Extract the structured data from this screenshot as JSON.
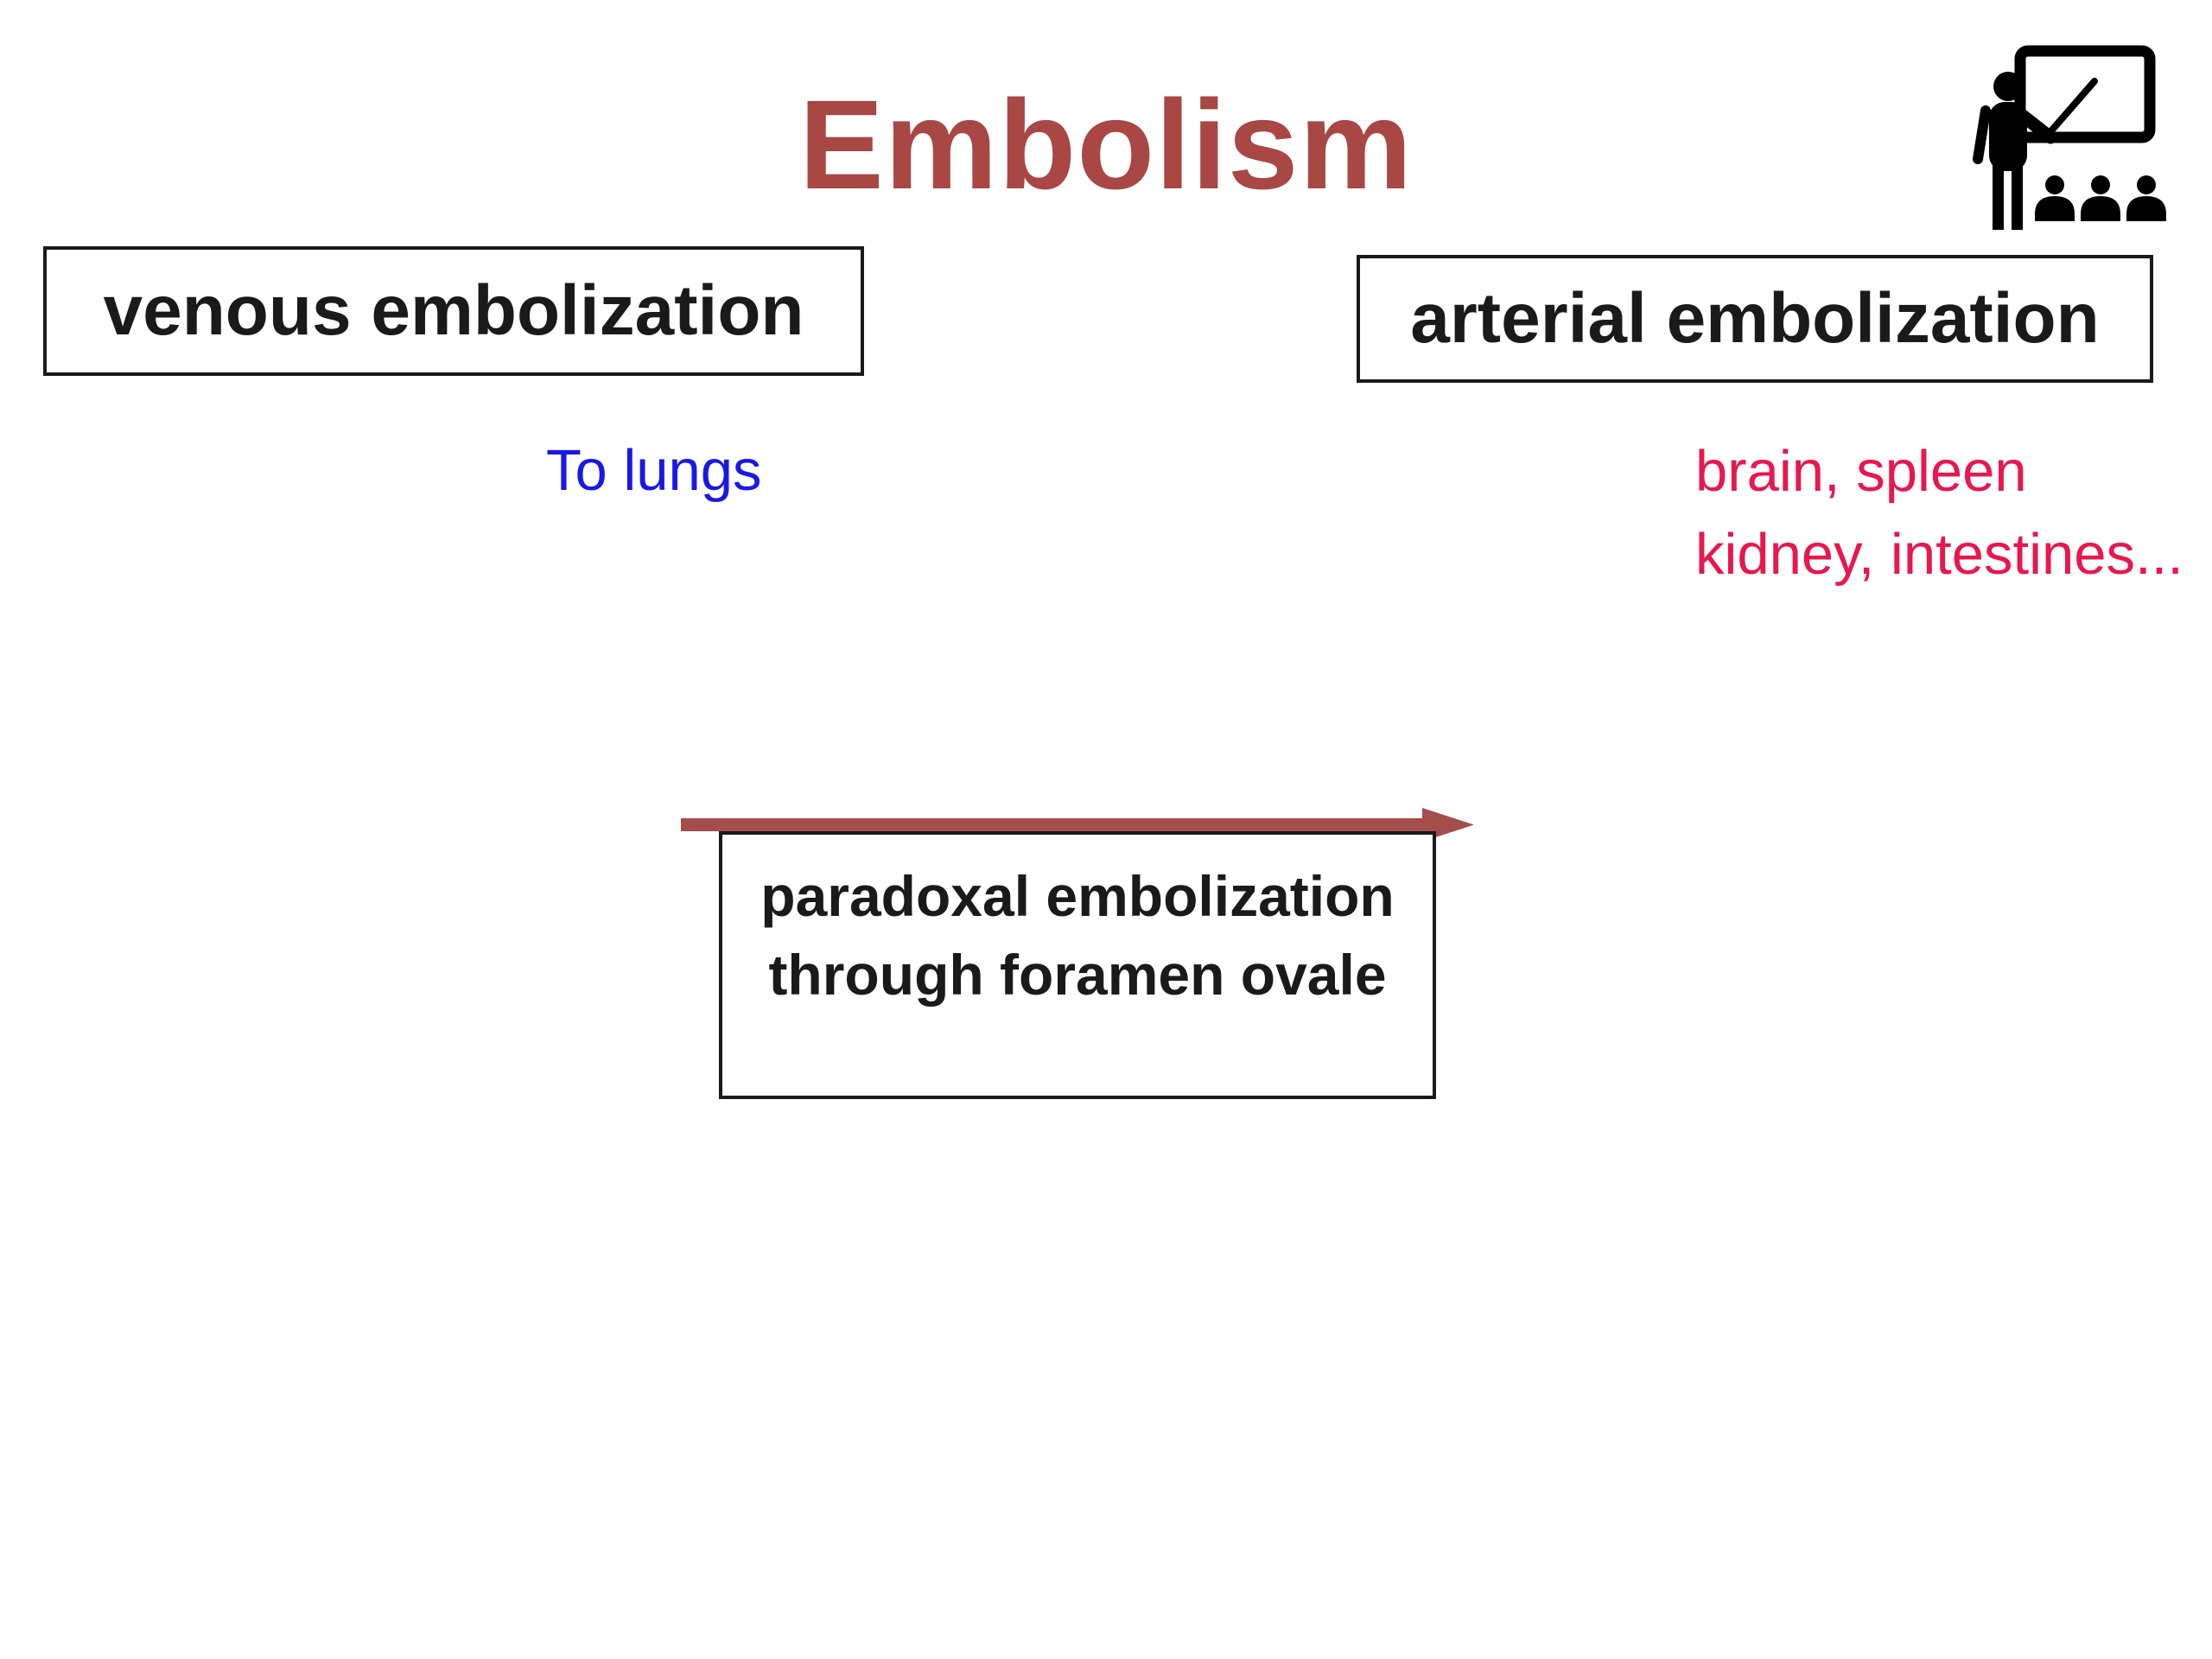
{
  "slide": {
    "title": "Embolism",
    "venous_box": {
      "label": "venous embolization"
    },
    "arterial_box": {
      "label": "arterial embolization"
    },
    "venous_annotation": {
      "text": "To lungs"
    },
    "arterial_annotation": {
      "line1": "brain, spleen",
      "line2": "kidney, intestines..."
    },
    "paradox_box": {
      "line1": "paradoxal embolization",
      "line2": "through foramen ovale"
    },
    "icons": {
      "teacher": "teacher presenting at board with audience"
    },
    "colors": {
      "title": "#A84743",
      "arrow": "#A34D4D",
      "blue_text": "#1A18E6",
      "red_text": "#E8174E",
      "box_border": "#1A1A1A",
      "box_text": "#1A1A1A",
      "icon": "#000000",
      "background": "#FFFFFF"
    }
  }
}
